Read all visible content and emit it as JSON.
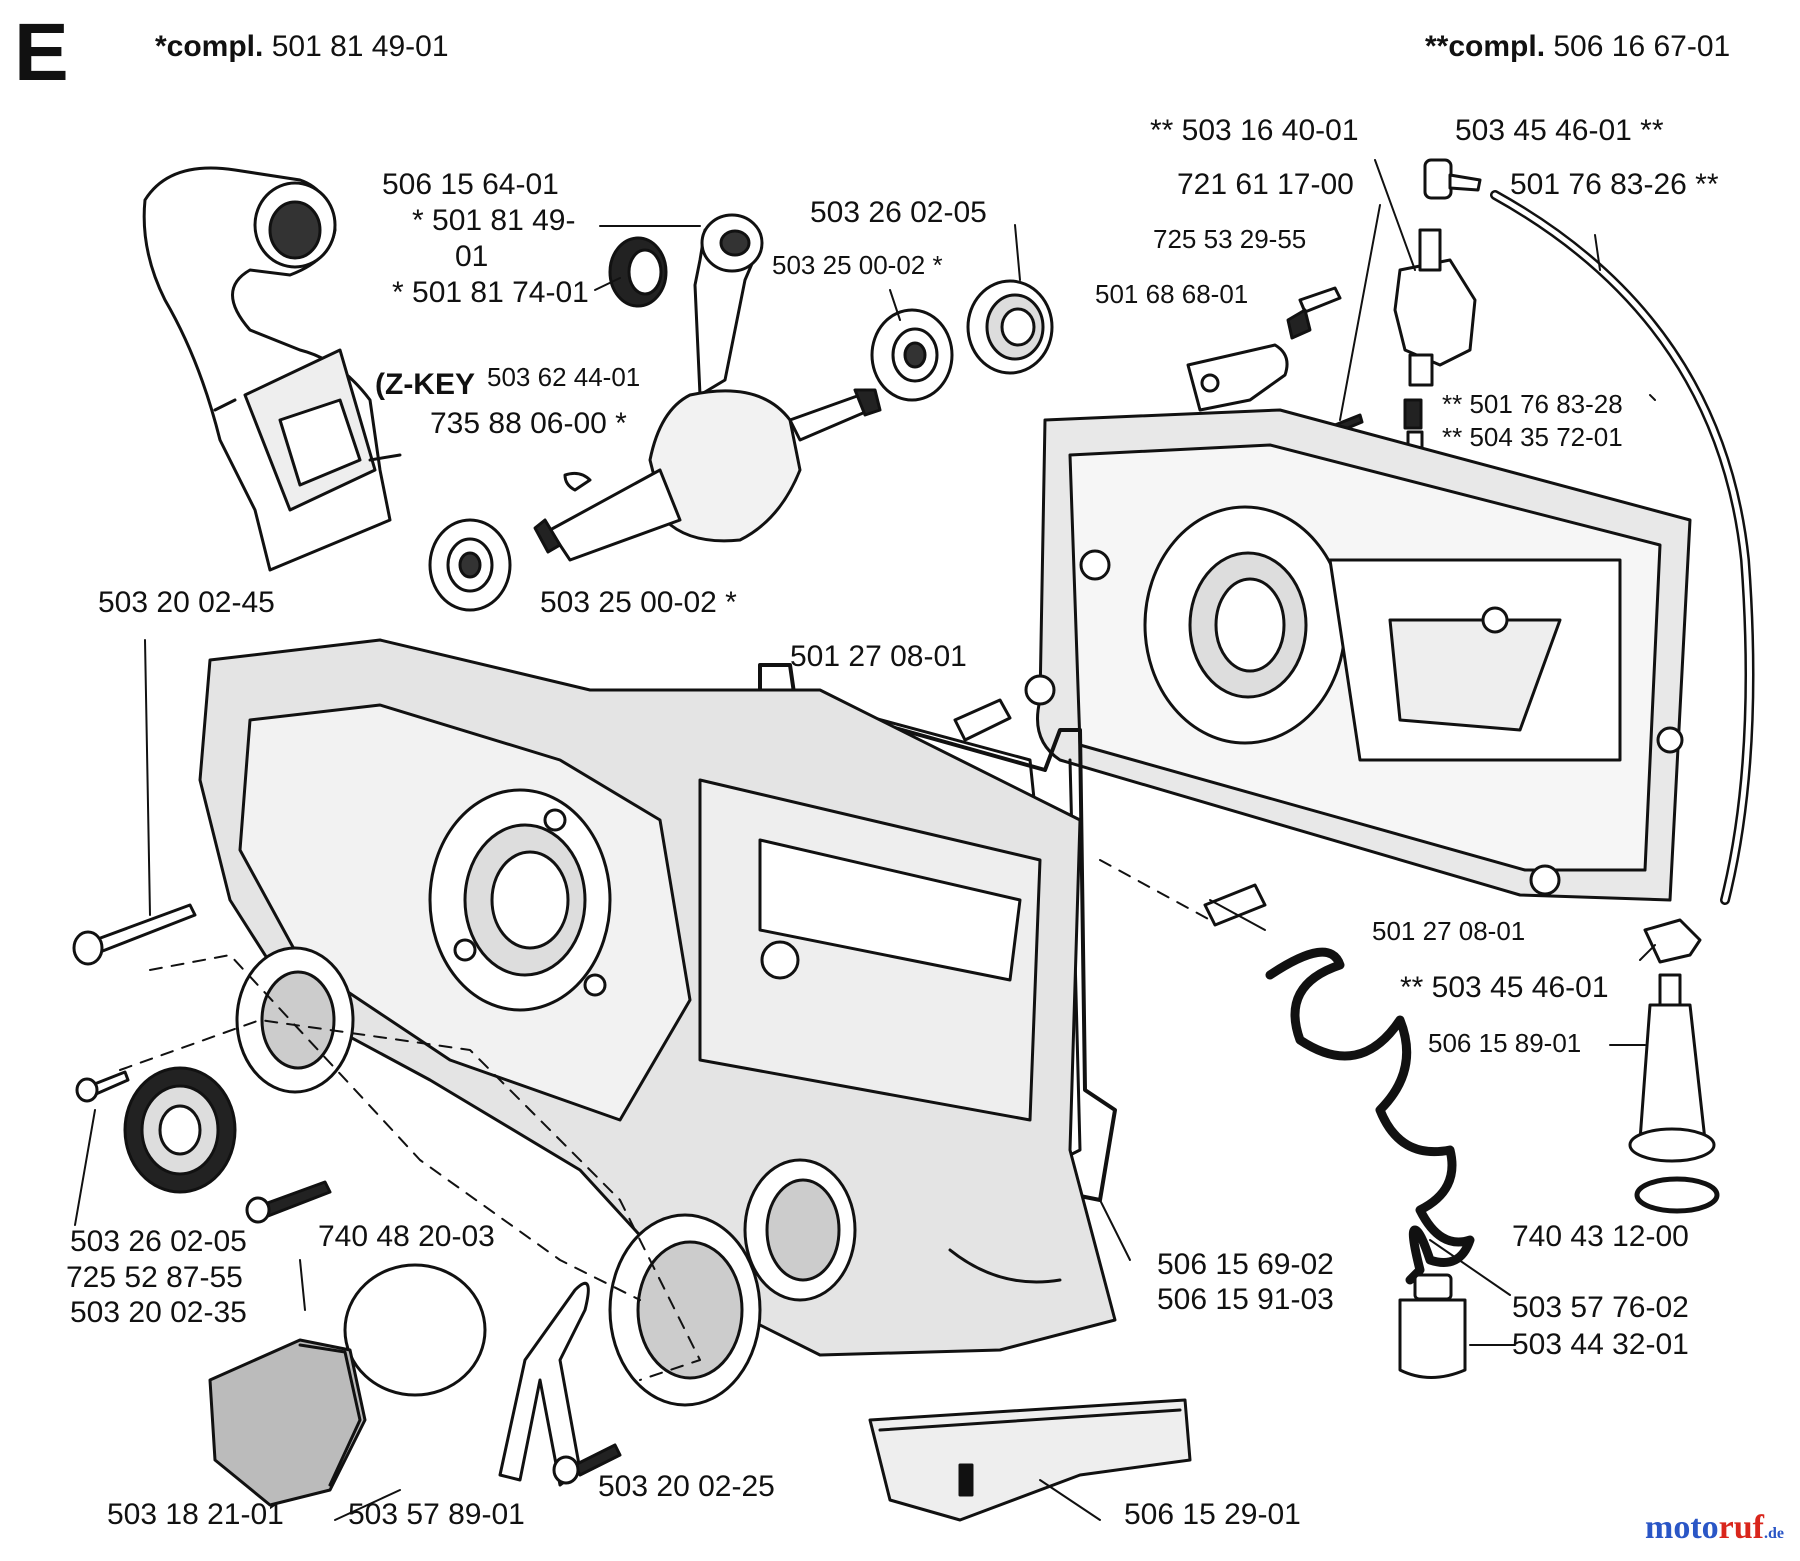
{
  "section_letter": "E",
  "compl_left": {
    "prefix": "*compl.",
    "number": "501 81 49-01"
  },
  "compl_right": {
    "prefix": "**compl.",
    "number": "506 16 67-01"
  },
  "labels": {
    "l01": "506 15 64-01",
    "l02": "* 501 81 49-",
    "l03": "01",
    "l04": "* 501 81 74-01",
    "l05": "503 26 02-05",
    "l06": "503 25 00-02 *",
    "l07": "(Z-KEY",
    "l08": "503 62 44-01",
    "l09": "735 88 06-00 *",
    "l10": "503 20 02-45",
    "l11": "503 25 00-02 *",
    "l12": "501 27 08-01",
    "l13": "** 503 16 40-01",
    "l14": "503 45 46-01 **",
    "l15": "721 61 17-00",
    "l16": "501 76 83-26 **",
    "l17": "725 53 29-55",
    "l18": "501 68 68-01",
    "l19": "** 501 76 83-28",
    "l20": "** 504 35 72-01",
    "l21": "501 27 08-01",
    "l22": "** 503 45 46-01",
    "l23": "506 15 89-01",
    "l24": "740 43 12-00",
    "l25": "503 26 02-05",
    "l26": "725 52 87-55",
    "l27": "503 20 02-35",
    "l28": "740 48 20-03",
    "l29": "506 15 69-02",
    "l30": "506 15 91-03",
    "l31": "503 57 76-02",
    "l32": "503 44 32-01",
    "l33": "503 20 02-25",
    "l34": "503 18 21-01",
    "l35": "503 57 89-01",
    "l36": "506 15 29-01"
  },
  "watermark": {
    "part1": "moto",
    "part2": "ruf",
    "part3": ".de"
  }
}
